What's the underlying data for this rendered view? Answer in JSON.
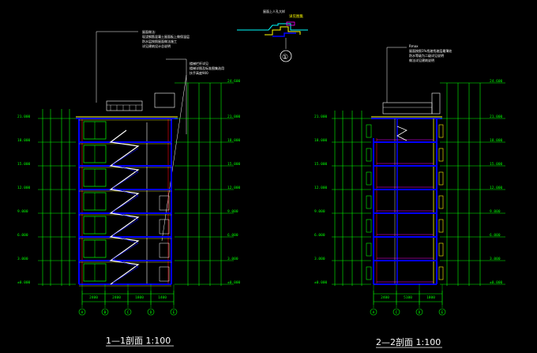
{
  "drawing": {
    "section_1_title": "1—1剖面  1:100",
    "section_2_title": "2—2剖面  1:100",
    "detail_number": "①",
    "detail_title": "屋面上人孔大样",
    "detail_side_note": "详见图集",
    "note_blocks": [
      [
        "屋面做法:",
        "现浇钢筋混凝土屋面板上做保温层",
        "防水层按照屋面做法施工",
        "详见建筑设计总说明"
      ],
      [
        "楼梯栏杆详见",
        "楼梯详图及标准图集选用",
        "扶手高度900"
      ],
      [
        "Rmax",
        "屋面按照1%找坡找坡层最薄处",
        "防水等级为二级详见说明",
        "做法详见建筑说明"
      ]
    ]
  },
  "section1": {
    "left_levels": [
      "21.000",
      "18.000",
      "15.000",
      "12.000",
      "9.000",
      "6.000",
      "3.000",
      "±0.000"
    ],
    "right_levels": [
      "24.600",
      "21.000",
      "18.000",
      "15.000",
      "12.000",
      "9.000",
      "6.000",
      "3.000",
      "±0.000"
    ],
    "dims_bottom": [
      "2400",
      "2400",
      "1800",
      "1400"
    ],
    "axis_labels": [
      "A",
      "B",
      "C",
      "D",
      "E"
    ]
  },
  "section2": {
    "left_levels": [
      "21.000",
      "18.000",
      "15.000",
      "12.000",
      "9.000",
      "6.000",
      "3.000",
      "±0.000"
    ],
    "right_levels": [
      "24.600",
      "21.000",
      "18.000",
      "15.000",
      "12.000",
      "9.000",
      "6.000",
      "3.000",
      "±0.000"
    ],
    "dims_bottom": [
      "2400",
      "5100",
      "1800"
    ],
    "axis_labels": [
      "A",
      "C",
      "D",
      "E"
    ]
  }
}
